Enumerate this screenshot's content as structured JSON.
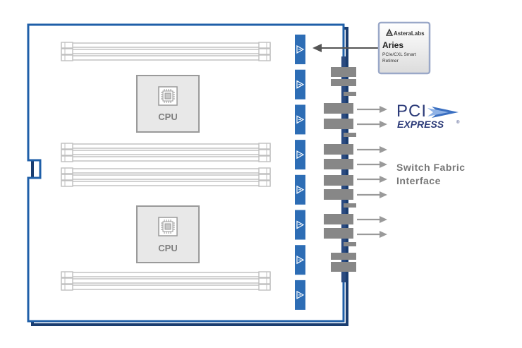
{
  "board": {
    "cpu_labels": [
      "CPU",
      "CPU"
    ],
    "retimer_count": 8
  },
  "chip_card": {
    "brand": "AsteraLabs",
    "product": "Aries",
    "desc_line1": "PCIe/CXL Smart",
    "desc_line2": "Retimer"
  },
  "pci_logo": {
    "top": "PCI",
    "bottom": "EXPRESS",
    "mark": "®"
  },
  "fabric_label": {
    "line1": "Switch Fabric",
    "line2": "Interface"
  },
  "colors": {
    "board_border": "#1f5fa8",
    "board_fill": "#ffffff",
    "retimer_blue": "#2d6db5",
    "connector_gray": "#878787",
    "arrow_gray": "#9a9a9a",
    "cpu_fill": "#e8e8e8",
    "cpu_border": "#9a9a9a",
    "dimm_gray": "#bfbfbf",
    "text_gray": "#777777",
    "pci_navy": "#2b3a78"
  }
}
